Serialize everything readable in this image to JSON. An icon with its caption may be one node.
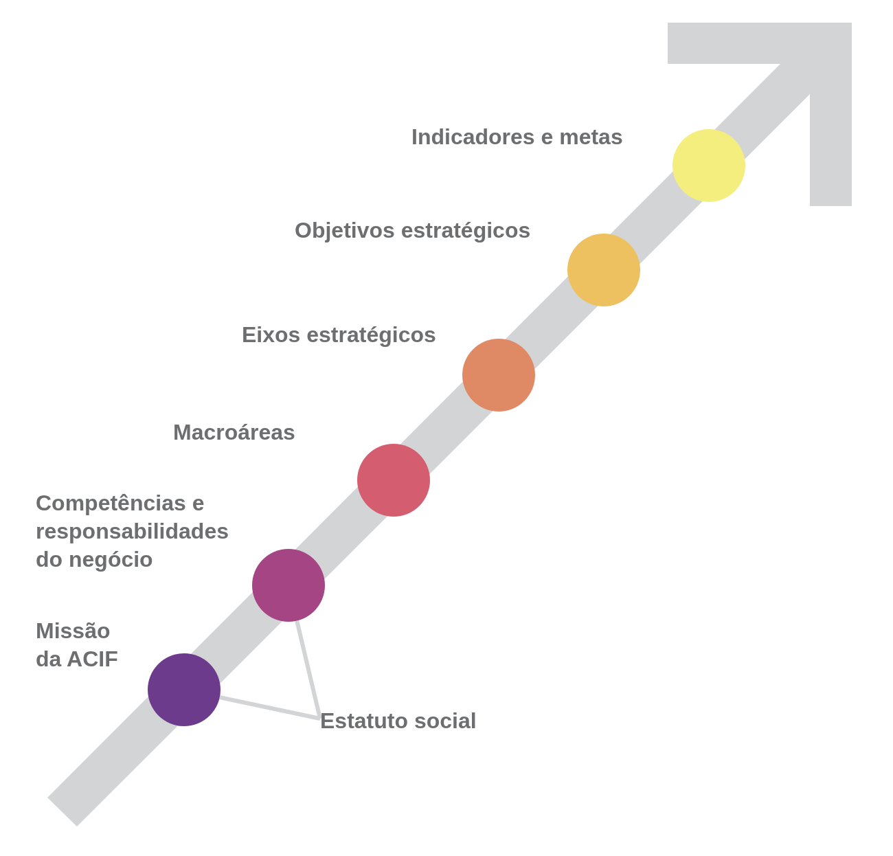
{
  "diagram": {
    "nodes": [
      {
        "text": [],
        "shape": "circle",
        "beside": [
          "Missão da ACIF"
        ]
      },
      {
        "text": [],
        "shape": "circle",
        "beside": [
          "Competências e responsabilidades do negócio"
        ]
      },
      {
        "text": [],
        "shape": "circle",
        "beside": [
          "Macroáreas"
        ]
      },
      {
        "text": [],
        "shape": "circle",
        "beside": [
          "Eixos estratégicos"
        ]
      },
      {
        "text": [],
        "shape": "circle",
        "beside": [
          "Objetivos estratégicos"
        ]
      },
      {
        "text": [],
        "shape": "circle",
        "beside": [
          "Indicadores e metas"
        ]
      },
      {
        "text": [
          "Estatuto social"
        ]
      }
    ],
    "edges": [
      {
        "from": 6,
        "to": 0,
        "arrow": "none"
      },
      {
        "from": 6,
        "to": 1,
        "arrow": "none"
      }
    ]
  }
}
